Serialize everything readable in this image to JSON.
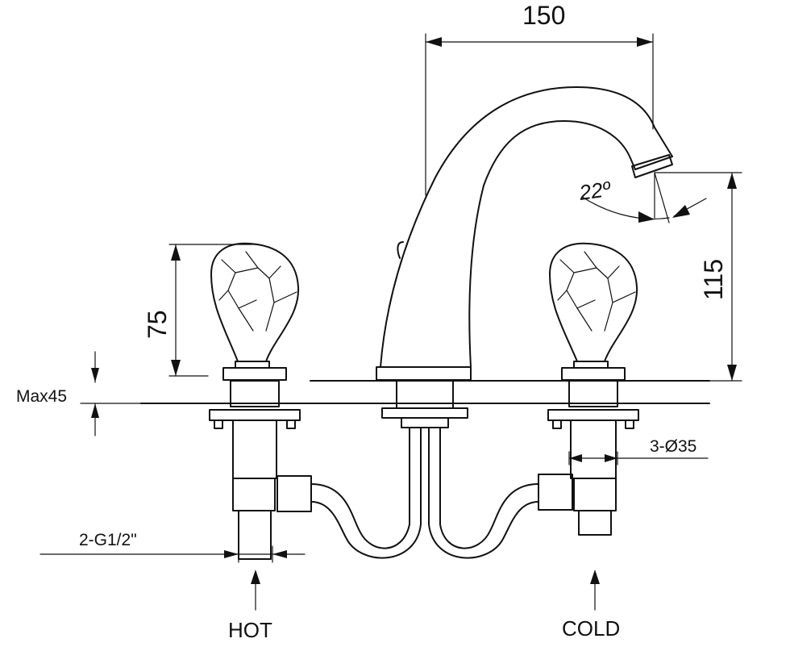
{
  "dimensions": {
    "spout_reach": "150",
    "spout_height": "115",
    "handle_height": "75",
    "spout_angle": "22º",
    "deck_thickness": "Max45",
    "hole_diameter": "3-Ø35",
    "inlet_thread": "2-G1/2\""
  },
  "labels": {
    "hot": "HOT",
    "cold": "COLD"
  }
}
